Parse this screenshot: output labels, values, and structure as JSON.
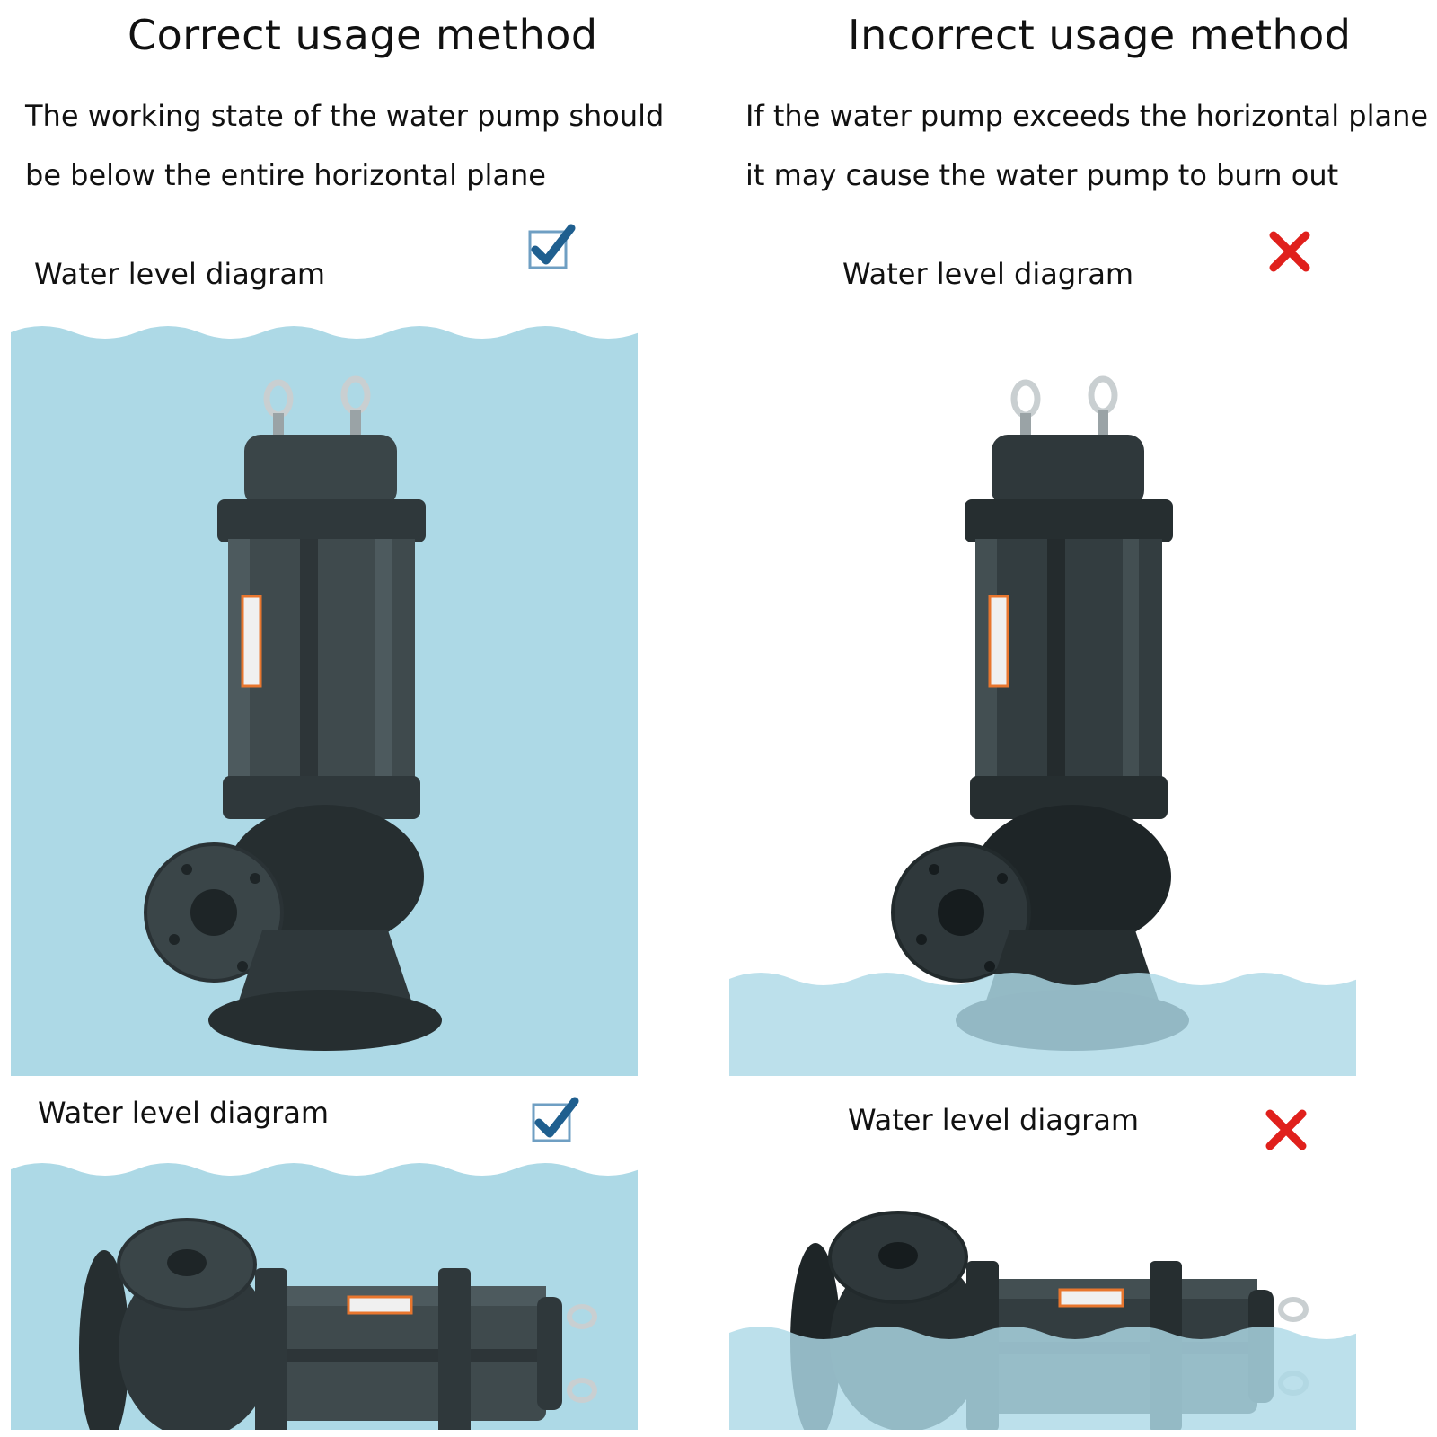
{
  "correct": {
    "title": "Correct usage method",
    "desc_line1": "The working state of the water pump should",
    "desc_line2": "be below the entire horizontal plane",
    "panel_top_label": "Water level diagram",
    "panel_bottom_label": "Water level diagram",
    "mark_icon": "checkmark-icon",
    "mark_color": "#1f5f8f"
  },
  "incorrect": {
    "title": "Incorrect usage method",
    "desc_line1": "If the water pump exceeds the horizontal plane",
    "desc_line2": "it may cause the water pump to burn out",
    "panel_top_label": "Water level diagram",
    "panel_bottom_label": "Water level diagram",
    "mark_icon": "cross-icon",
    "mark_color": "#e0201c"
  },
  "colors": {
    "water": "#add9e6",
    "pump_body": "#3a4548",
    "pump_dark": "#262e30",
    "background": "#ffffff"
  }
}
